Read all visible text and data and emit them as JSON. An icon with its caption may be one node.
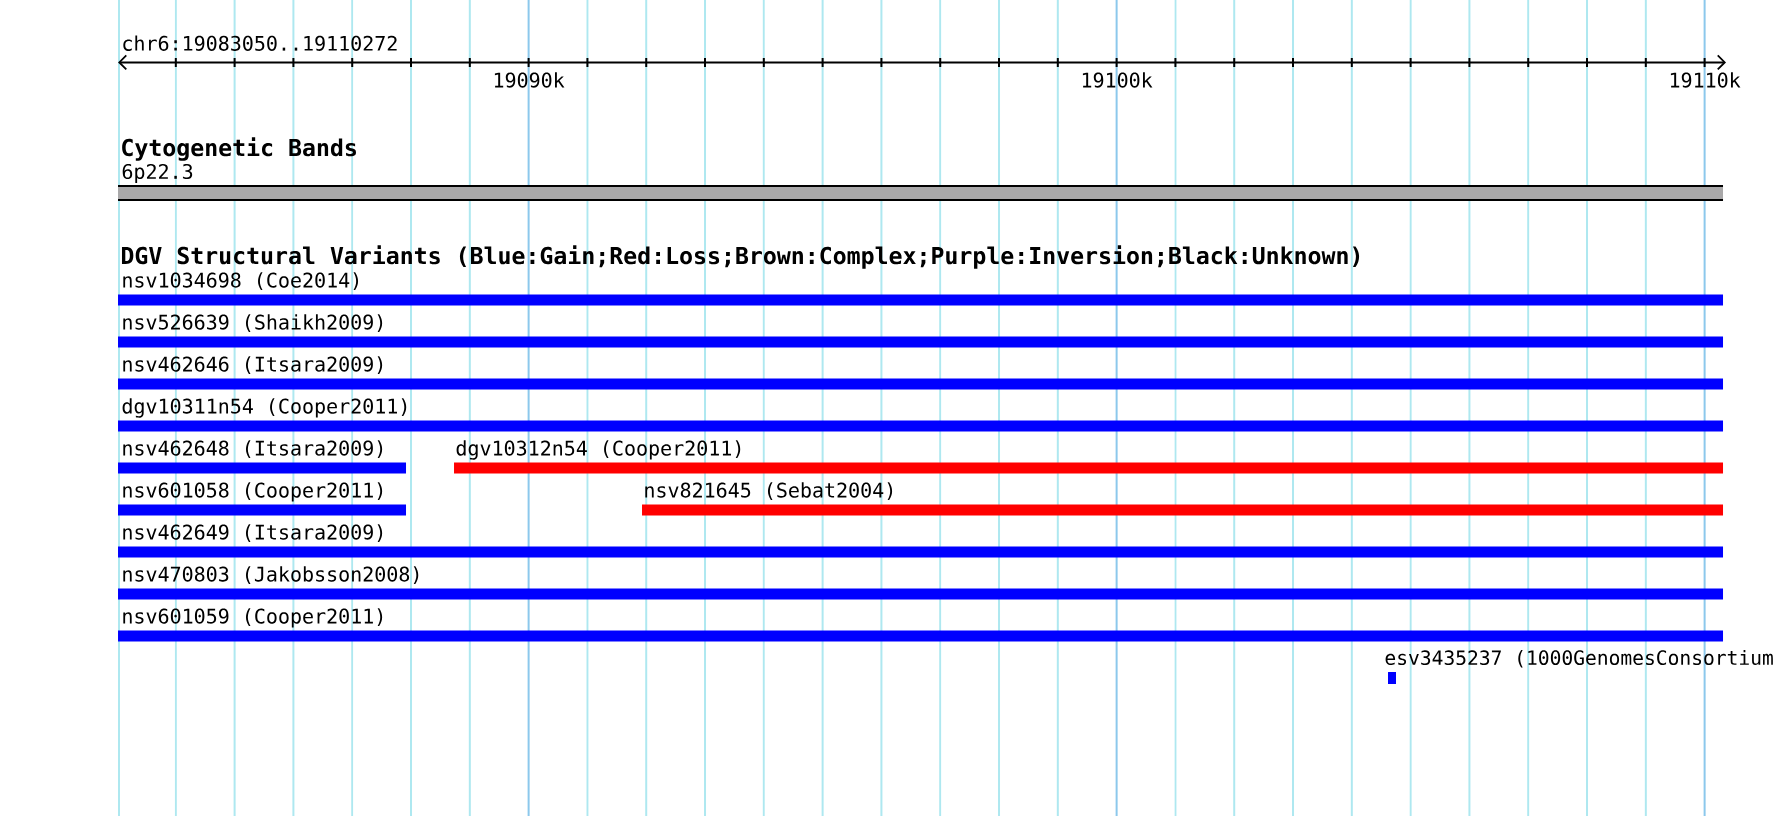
{
  "diagram": {
    "nodes": [
      {
        "text": [
          "6p22.3"
        ]
      },
      {
        "text": [
          "nsv1034698 (Coe2014)"
        ]
      },
      {
        "text": [
          "nsv526639 (Shaikh2009)"
        ]
      },
      {
        "text": [
          "nsv462646 (Itsara2009)"
        ]
      },
      {
        "text": [
          "dgv10311n54 (Cooper2011)"
        ]
      },
      {
        "text": [
          "nsv462648 (Itsara2009)"
        ]
      },
      {
        "text": [
          "dgv10312n54 (Cooper2011)"
        ]
      },
      {
        "text": [
          "nsv601058 (Cooper2011)"
        ]
      },
      {
        "text": [
          "nsv821645 (Sebat2004)"
        ]
      },
      {
        "text": [
          "nsv462649 (Itsara2009)"
        ]
      },
      {
        "text": [
          "nsv470803 (Jakobsson2008)"
        ]
      },
      {
        "text": [
          "nsv601059 (Cooper2011)"
        ]
      },
      {
        "text": [
          "esv3435237 (1000GenomesConsortium"
        ]
      }
    ],
    "labels": [
      "chr6:19083050..19110272",
      "19090k",
      "19100k",
      "19110k",
      "Cytogenetic Bands",
      "DGV Structural Variants (Blue:Gain;Red:Loss;Brown:Complex;Purple:Inversion;Black:Unknown)"
    ]
  }
}
